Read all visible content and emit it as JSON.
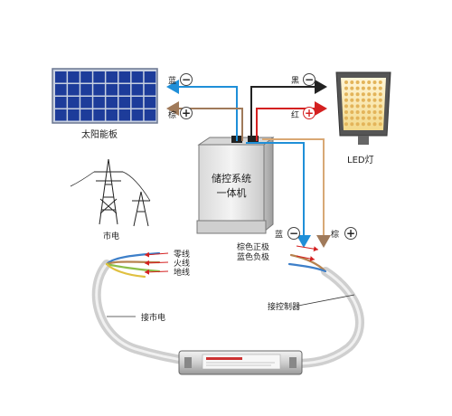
{
  "labels": {
    "solar_panel": "太阳能板",
    "led_lamp": "LED灯",
    "storage_unit": "储控系统\n一体机",
    "grid": "市电",
    "solar_blue": "蓝",
    "solar_brown": "棕",
    "lamp_black": "黑",
    "lamp_red": "红",
    "out_blue": "蓝",
    "out_brown": "棕",
    "neutral_wire": "零线",
    "live_wire": "火线",
    "ground_wire": "地线",
    "brown_positive": "棕色正极",
    "blue_negative": "蓝色负极",
    "connect_mains": "接市电",
    "connect_controller": "接控制器"
  },
  "symbols": {
    "minus": "−",
    "plus": "+"
  },
  "colors": {
    "wire_blue": "#1f8fd8",
    "wire_brown": "#a07a5a",
    "wire_black": "#222222",
    "wire_red": "#d42020",
    "panel_cell": "#1d3c9a",
    "sign_red": "#d42020"
  }
}
